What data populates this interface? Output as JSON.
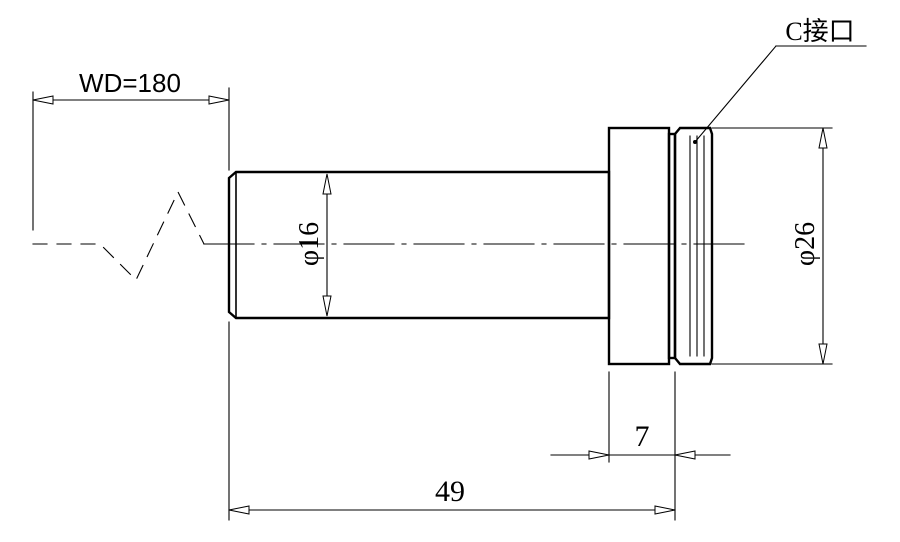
{
  "labels": {
    "working_distance": "WD=180",
    "length_total": "49",
    "length_flange": "7",
    "diameter_barrel": "φ16",
    "diameter_flange": "φ26",
    "mount": "C接口"
  }
}
